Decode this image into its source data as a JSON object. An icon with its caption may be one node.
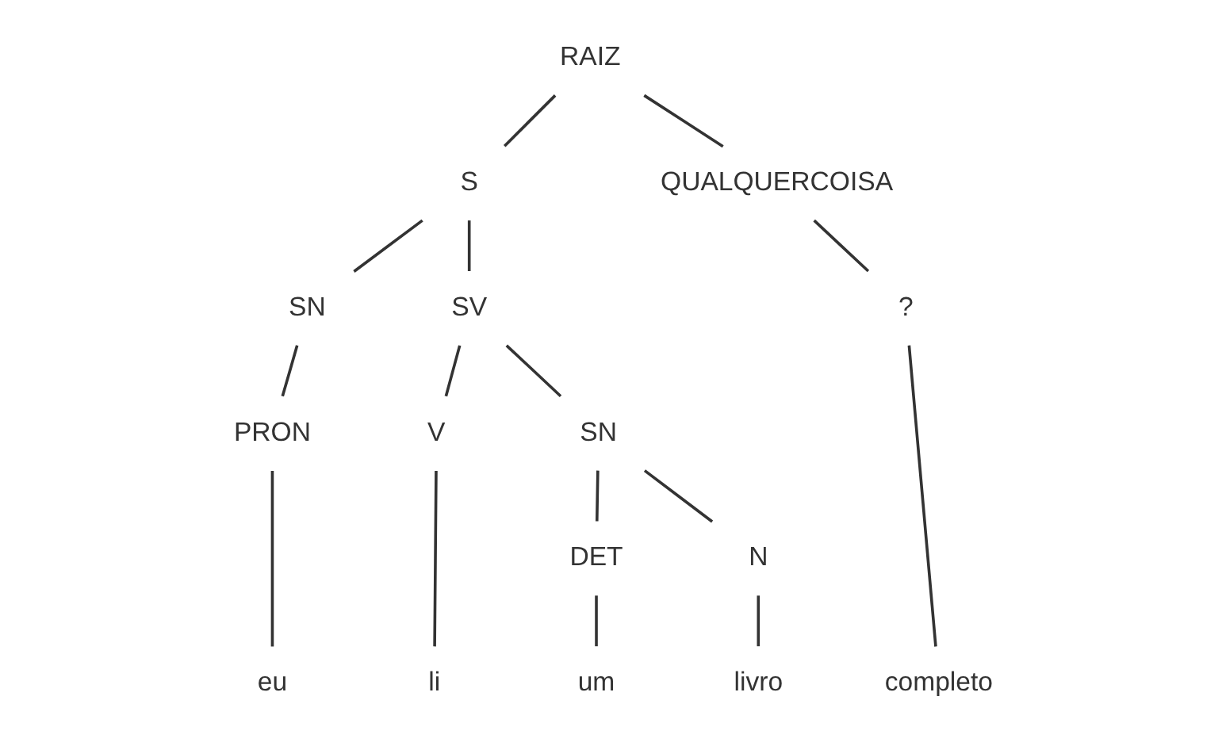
{
  "diagram": {
    "nodes": [
      {
        "text": [
          "RAIZ"
        ]
      },
      {
        "text": [
          "S"
        ]
      },
      {
        "text": [
          "QUALQUERCOISA"
        ]
      },
      {
        "text": [
          "SN"
        ]
      },
      {
        "text": [
          "SV"
        ]
      },
      {
        "text": [
          "?"
        ]
      },
      {
        "text": [
          "PRON"
        ]
      },
      {
        "text": [
          "V"
        ]
      },
      {
        "text": [
          "SN"
        ]
      },
      {
        "text": [
          "DET"
        ]
      },
      {
        "text": [
          "N"
        ]
      },
      {
        "text": [
          "eu"
        ]
      },
      {
        "text": [
          "li"
        ]
      },
      {
        "text": [
          "um"
        ]
      },
      {
        "text": [
          "livro"
        ]
      },
      {
        "text": [
          "completo"
        ]
      }
    ],
    "edges": [
      {
        "from": 0,
        "to": 1,
        "arrow": "none"
      },
      {
        "from": 0,
        "to": 2,
        "arrow": "none"
      },
      {
        "from": 1,
        "to": 3,
        "arrow": "none"
      },
      {
        "from": 1,
        "to": 4,
        "arrow": "none"
      },
      {
        "from": 2,
        "to": 5,
        "arrow": "none"
      },
      {
        "from": 3,
        "to": 6,
        "arrow": "none"
      },
      {
        "from": 4,
        "to": 7,
        "arrow": "none"
      },
      {
        "from": 4,
        "to": 8,
        "arrow": "none"
      },
      {
        "from": 5,
        "to": 15,
        "arrow": "none"
      },
      {
        "from": 6,
        "to": 11,
        "arrow": "none"
      },
      {
        "from": 7,
        "to": 12,
        "arrow": "none"
      },
      {
        "from": 8,
        "to": 9,
        "arrow": "none"
      },
      {
        "from": 8,
        "to": 10,
        "arrow": "none"
      },
      {
        "from": 9,
        "to": 13,
        "arrow": "none"
      },
      {
        "from": 10,
        "to": 14,
        "arrow": "none"
      }
    ]
  }
}
